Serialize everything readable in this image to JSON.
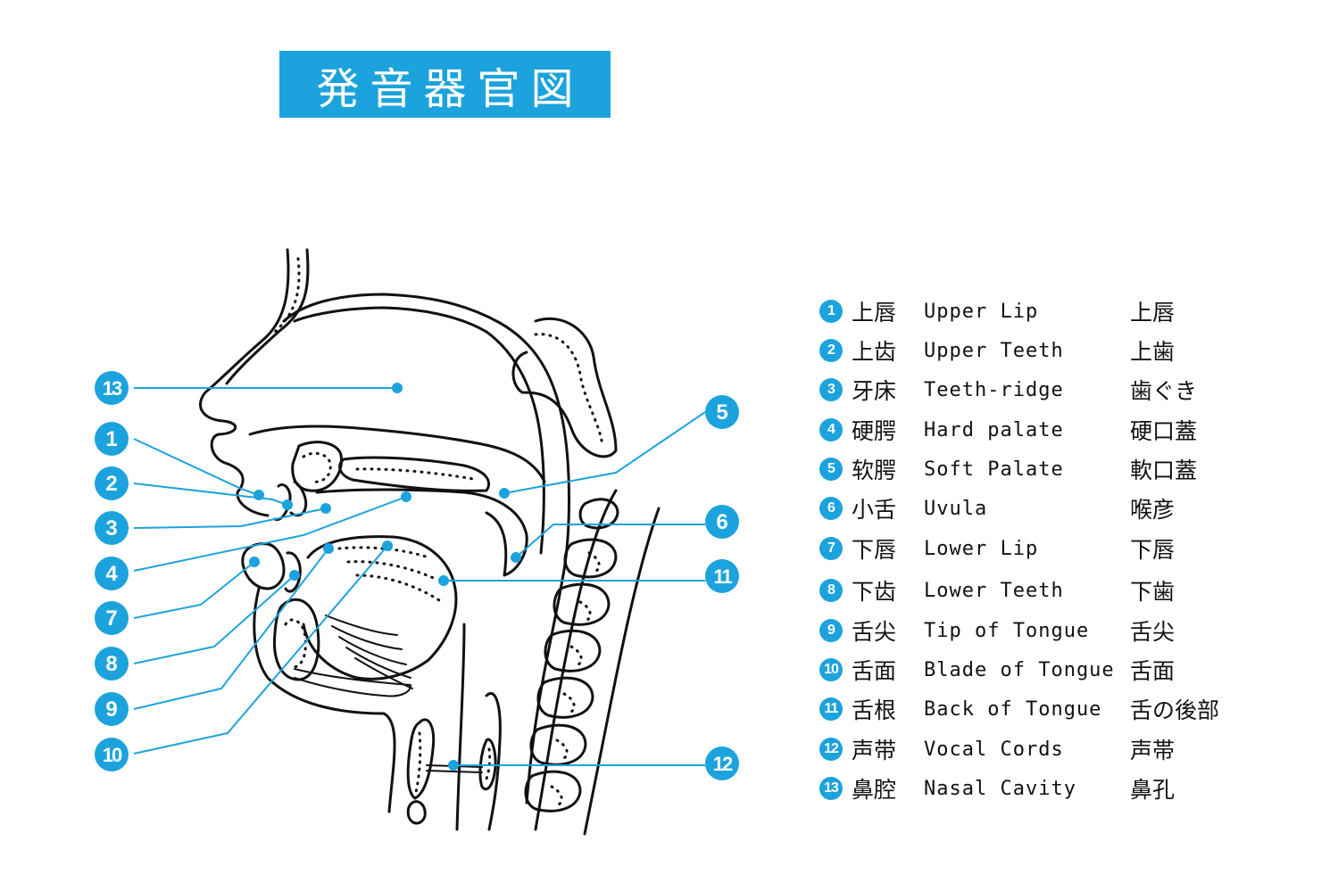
{
  "title": "発音器官図",
  "colors": {
    "accent": "#1ca3dd",
    "line": "#111111",
    "background": "#ffffff"
  },
  "legend": [
    {
      "num": "1",
      "jp": "上唇",
      "en": "Upper Lip",
      "alt": "上唇"
    },
    {
      "num": "2",
      "jp": "上齿",
      "en": "Upper Teeth",
      "alt": "上歯"
    },
    {
      "num": "3",
      "jp": "牙床",
      "en": "Teeth-ridge",
      "alt": "歯ぐき"
    },
    {
      "num": "4",
      "jp": "硬腭",
      "en": "Hard palate",
      "alt": "硬口蓋"
    },
    {
      "num": "5",
      "jp": "软腭",
      "en": "Soft Palate",
      "alt": "軟口蓋"
    },
    {
      "num": "6",
      "jp": "小舌",
      "en": "Uvula",
      "alt": "喉彦"
    },
    {
      "num": "7",
      "jp": "下唇",
      "en": "Lower Lip",
      "alt": "下唇"
    },
    {
      "num": "8",
      "jp": "下齿",
      "en": "Lower Teeth",
      "alt": "下歯"
    },
    {
      "num": "9",
      "jp": "舌尖",
      "en": "Tip of Tongue",
      "alt": "舌尖"
    },
    {
      "num": "10",
      "jp": "舌面",
      "en": "Blade of Tongue",
      "alt": "舌面"
    },
    {
      "num": "11",
      "jp": "舌根",
      "en": "Back of Tongue",
      "alt": "舌の後部"
    },
    {
      "num": "12",
      "jp": "声带",
      "en": "Vocal Cords",
      "alt": "声帯"
    },
    {
      "num": "13",
      "jp": "鼻腔",
      "en": "Nasal Cavity",
      "alt": "鼻孔"
    }
  ],
  "callouts": [
    "13",
    "1",
    "2",
    "3",
    "4",
    "7",
    "8",
    "9",
    "10",
    "5",
    "6",
    "11",
    "12"
  ]
}
